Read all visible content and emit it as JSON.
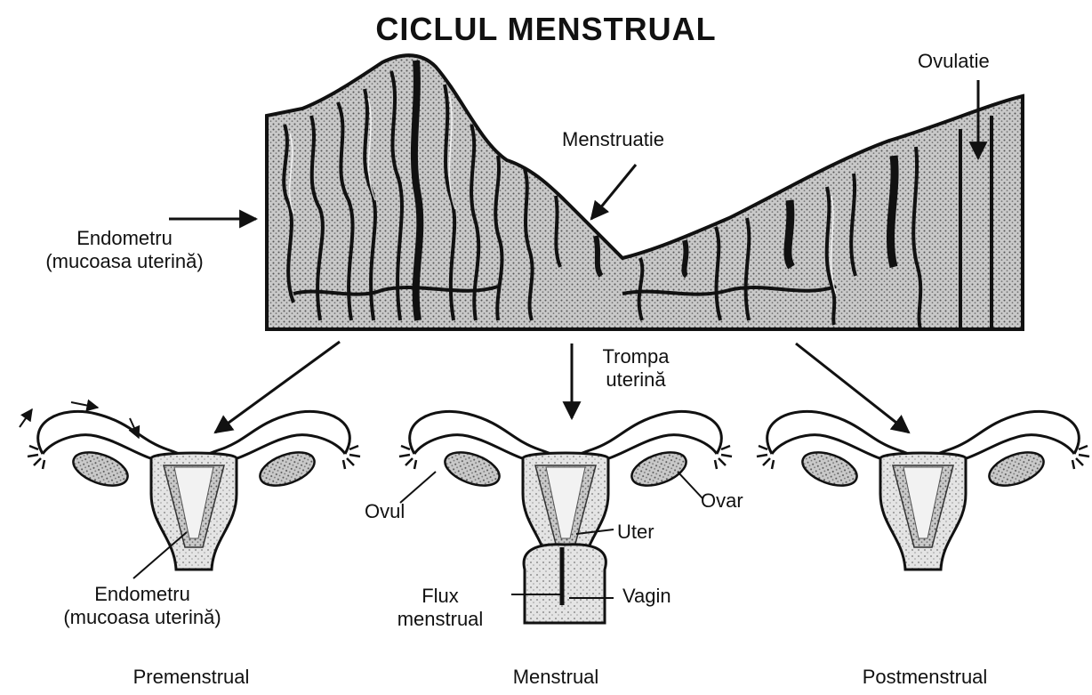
{
  "title": "CICLUL MENSTRUAL",
  "labels": {
    "ovulatie": "Ovulatie",
    "menstruatie": "Menstruatie",
    "endometru_top_1": "Endometru",
    "endometru_top_2": "(mucoasa uterină)",
    "trompa_1": "Trompa",
    "trompa_2": "uterină",
    "ovul": "Ovul",
    "ovar": "Ovar",
    "uter": "Uter",
    "vagin": "Vagin",
    "flux_1": "Flux",
    "flux_2": "menstrual",
    "endometru_bottom_1": "Endometru",
    "endometru_bottom_2": "(mucoasa uterină)"
  },
  "phases": [
    "Premenstrual",
    "Menstrual",
    "Postmenstrual"
  ],
  "colors": {
    "ink": "#111111",
    "tissue": "#9a9a9a",
    "tissue_light": "#d6d6d6"
  }
}
